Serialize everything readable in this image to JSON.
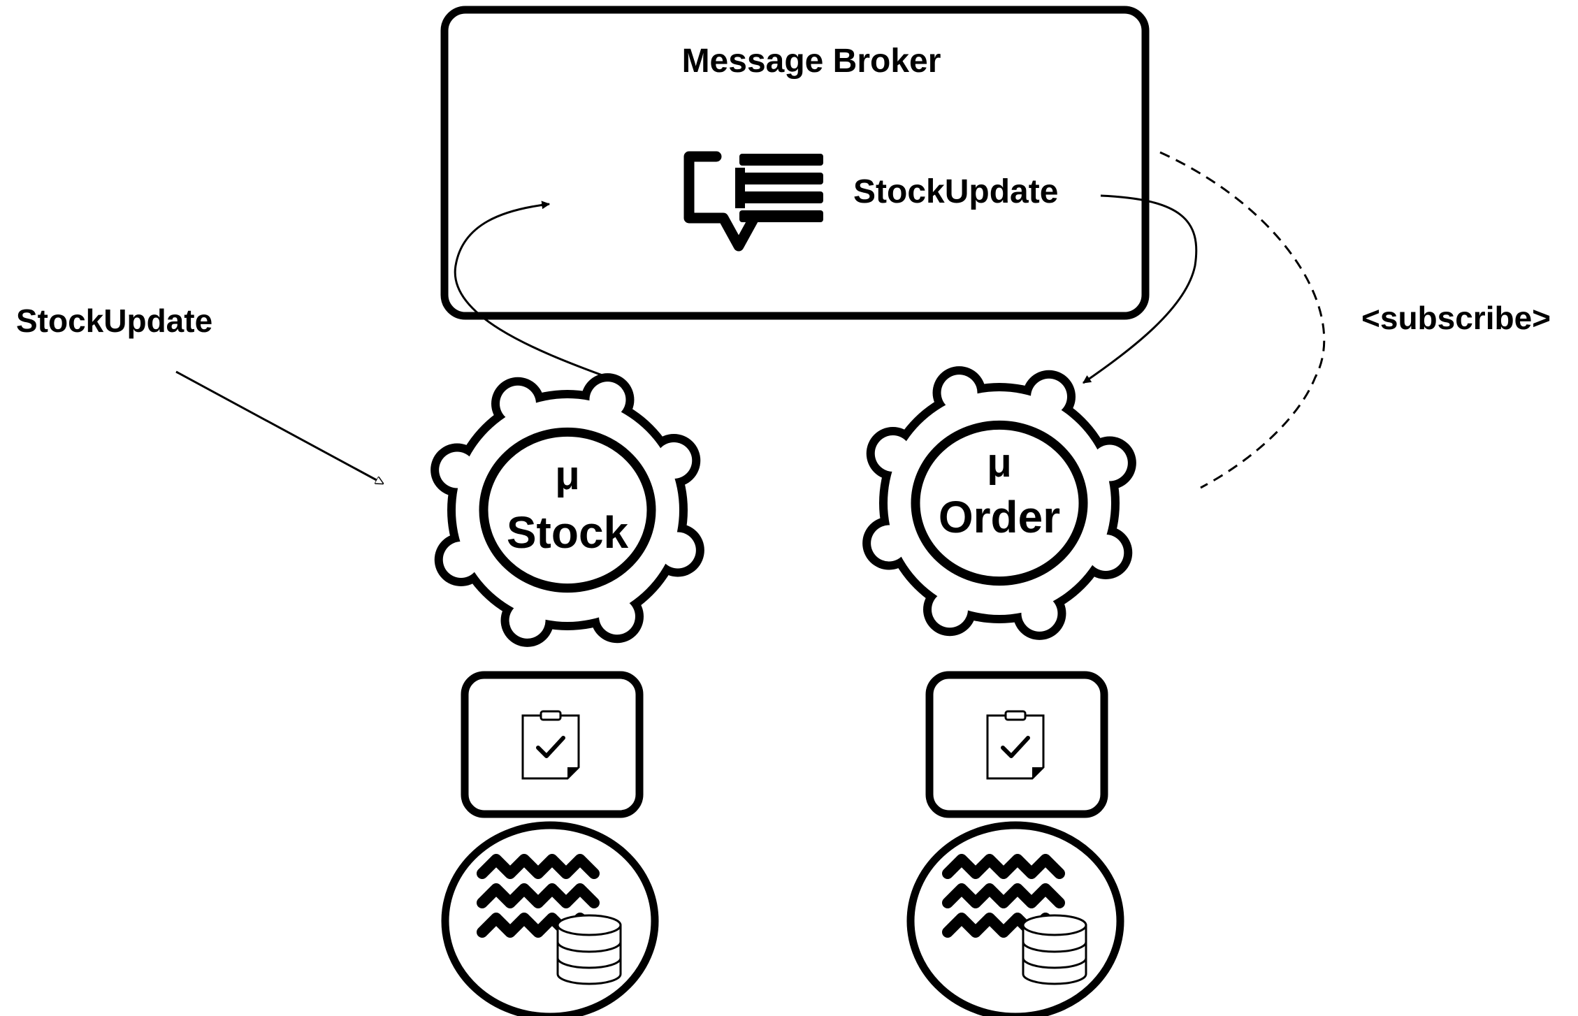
{
  "broker": {
    "title": "Message Broker",
    "topic_label": "StockUpdate",
    "topic_icon": "message-queue-icon"
  },
  "incoming": {
    "label": "StockUpdate"
  },
  "subscribe": {
    "label": "<subscribe>"
  },
  "services": [
    {
      "symbol": "μ",
      "name": "Stock",
      "task_icon": "clipboard-check-icon",
      "db_icon": "data-database-icon"
    },
    {
      "symbol": "μ",
      "name": "Order",
      "task_icon": "clipboard-check-icon",
      "db_icon": "data-database-icon"
    }
  ],
  "colors": {
    "stroke": "#000000",
    "background": "#ffffff"
  }
}
